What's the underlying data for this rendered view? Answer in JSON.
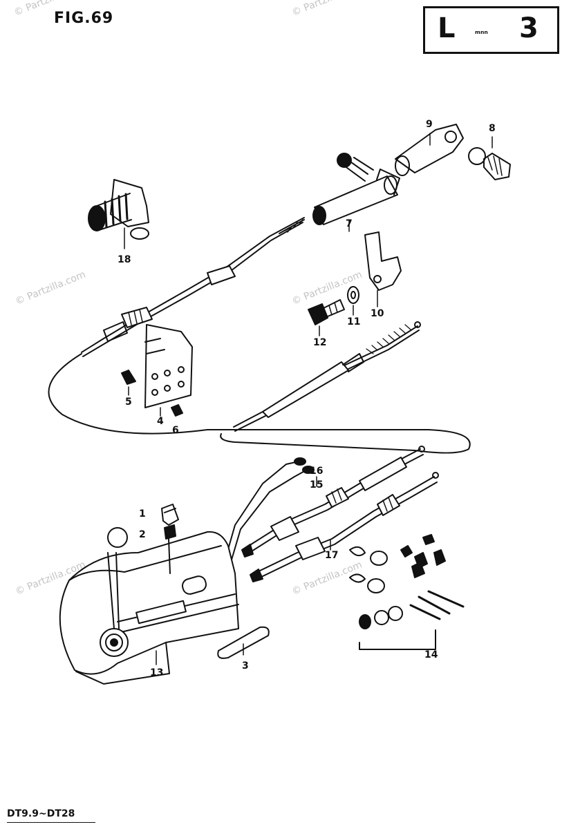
{
  "figure_label": "FIG.69",
  "model_box": {
    "left": "L",
    "middle": "ₘₙₙ",
    "right": "3"
  },
  "footer_text": "DT9.9~DT28",
  "watermark_text": "© Partzilla.com",
  "part_callouts": [
    "1",
    "2",
    "3",
    "4",
    "5",
    "6",
    "7",
    "8",
    "9",
    "10",
    "11",
    "12",
    "13",
    "14",
    "15",
    "16",
    "17",
    "18"
  ]
}
